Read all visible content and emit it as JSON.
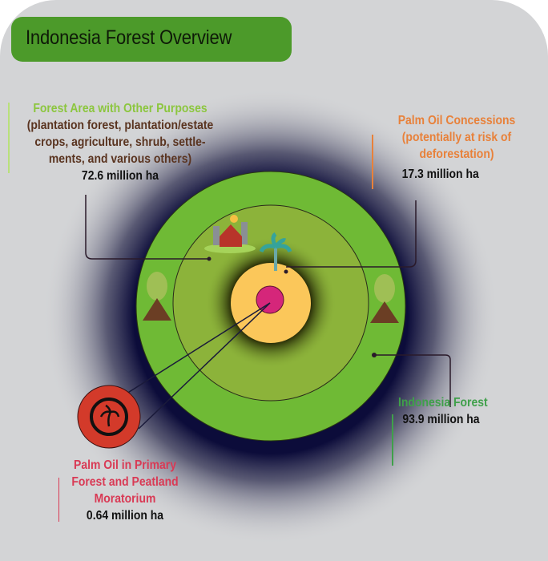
{
  "title": "Indonesia Forest Overview",
  "other_purposes": {
    "heading": "Forest Area with Other Purposes",
    "desc_lines": [
      "(plantation forest, plantation/estate",
      "crops, agriculture, shrub, settle-",
      "ments, and various others)"
    ],
    "value": "72.6 million ha"
  },
  "palm_concessions": {
    "heading_lines": [
      "Palm Oil Concessions",
      "(potentially at risk of",
      "deforestation)"
    ],
    "value": "17.3 million ha"
  },
  "indonesia_forest": {
    "heading": "Indonesia Forest",
    "value": "93.9 million ha"
  },
  "moratorium": {
    "heading_lines": [
      "Palm Oil in Primary",
      "Forest and Peatland",
      "Moratorium"
    ],
    "value": "0.64 million ha"
  },
  "colors": {
    "outer": "#6fba35",
    "inner": "#8cb33a",
    "core": "#fbc75a",
    "moratorium": "#d5267a",
    "badge": "#d33a2a"
  }
}
